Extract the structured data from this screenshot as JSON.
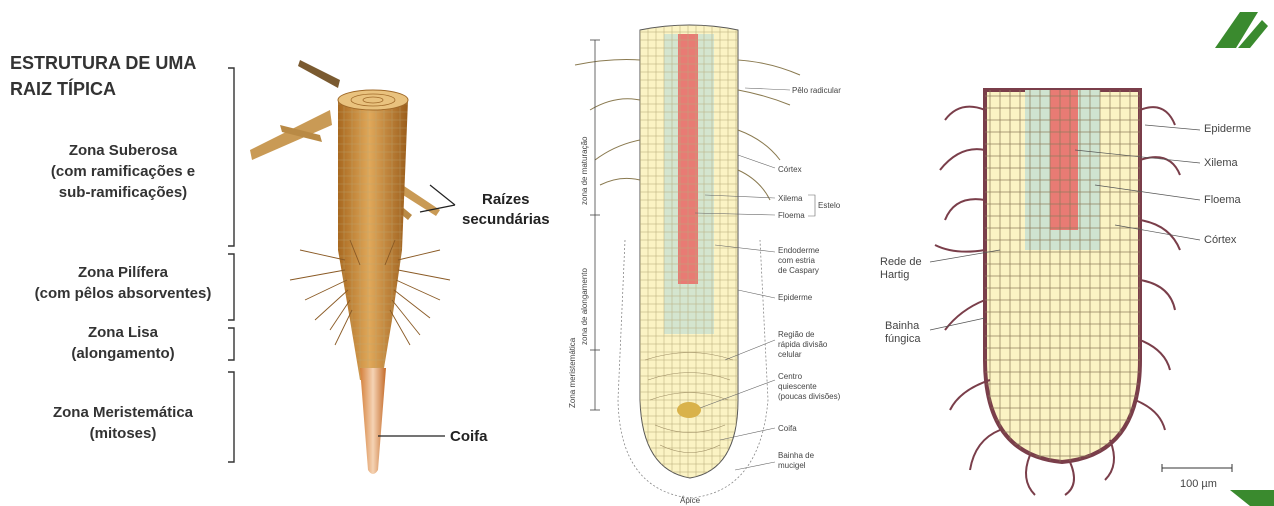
{
  "panel1": {
    "title_line1": "ESTRUTURA DE UMA",
    "title_line2": "RAIZ TÍPICA",
    "zones": [
      {
        "line1": "Zona Suberosa",
        "line2": "(com ramificações e",
        "line3": "sub-ramificações)"
      },
      {
        "line1": "Zona Pilífera",
        "line2": "(com pêlos absorventes)"
      },
      {
        "line1": "Zona Lisa",
        "line2": "(alongamento)"
      },
      {
        "line1": "Zona Meristemática",
        "line2": "(mitoses)"
      }
    ],
    "callout_roots_line1": "Raízes",
    "callout_roots_line2": "secundárias",
    "callout_cap": "Coifa"
  },
  "panel2": {
    "side_labels": {
      "maturation": "zona de maturação",
      "elongation": "zona de alongamento",
      "meristematic": "Zona meristemática"
    },
    "labels": {
      "root_hair": "Pêlo radicular",
      "cortex": "Córtex",
      "xylem": "Xilema",
      "phloem": "Floema",
      "stele": "Estelo",
      "endodermis_l1": "Endoderme",
      "endodermis_l2": "com estria",
      "endodermis_l3": "de Caspary",
      "epidermis": "Epiderme",
      "division_l1": "Região de",
      "division_l2": "rápida divisão",
      "division_l3": "celular",
      "quiescent_l1": "Centro",
      "quiescent_l2": "quiescente",
      "quiescent_l3": "(poucas divisões)",
      "cap": "Coifa",
      "mucigel_l1": "Bainha de",
      "mucigel_l2": "mucigel",
      "apex": "Ápice"
    }
  },
  "panel3": {
    "labels": {
      "epidermis": "Epiderme",
      "xylem": "Xilema",
      "phloem": "Floema",
      "cortex": "Córtex",
      "hartig_l1": "Rede de",
      "hartig_l2": "Hartig",
      "sheath_l1": "Bainha",
      "sheath_l2": "fúngica",
      "scale": "100 µm"
    }
  },
  "colors": {
    "root_brown": "#c98a3a",
    "xylem_red": "#e87b74",
    "cell_cream": "#fbf3c4",
    "phloem_green": "#cfe3d0",
    "fungal_purple": "#7a3e4a",
    "logo_green": "#3a8a2e"
  }
}
